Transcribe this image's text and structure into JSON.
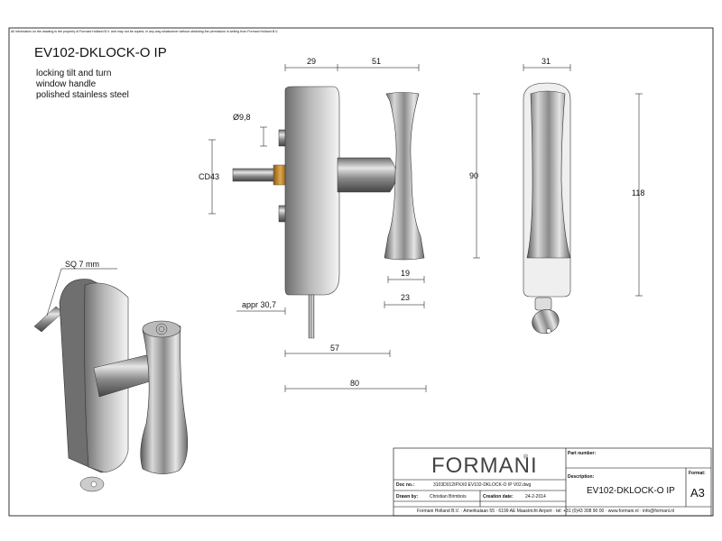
{
  "notice": "All information on the drawing is the property of Formani Holland B.V. and may not be copied, in any way whatsoever without obtaining the permission in writing from Formani Holland B.V.",
  "title": "EV102-DKLOCK-O IP",
  "description": [
    "locking tilt and turn",
    "window handle",
    "polished stainless steel"
  ],
  "dimensions": {
    "d29": "29",
    "d51": "51",
    "d31": "31",
    "d9_8": "Ø9,8",
    "cd43": "CD43",
    "d90": "90",
    "d118": "118",
    "d19": "19",
    "d23": "23",
    "appr": "appr 30,7",
    "d57": "57",
    "d80": "80",
    "sq": "SQ 7 mm"
  },
  "title_block": {
    "brand": "FORMANI",
    "brand_mark": "®",
    "part_number_label": "Part number:",
    "description_label": "Description:",
    "description_value": "EV102-DKLOCK-O IP",
    "format_label": "Format:",
    "format_value": "A3",
    "doc_label": "Doc no.:",
    "doc_value": "3103D012IPXX0 EV102-DKLOCK-O IP V02.dwg",
    "drawn_label": "Drawn by:",
    "drawn_value": "Christian Brimbois",
    "date_label": "Creation date:",
    "date_value": "24-2-2014",
    "address": "Formani Holland B.V. · Amerikalaan 55 · 6199 AE Maastricht Airport · tel: +31 (0)43 308 90 00 · www.formani.nl · info@formani.nl"
  }
}
